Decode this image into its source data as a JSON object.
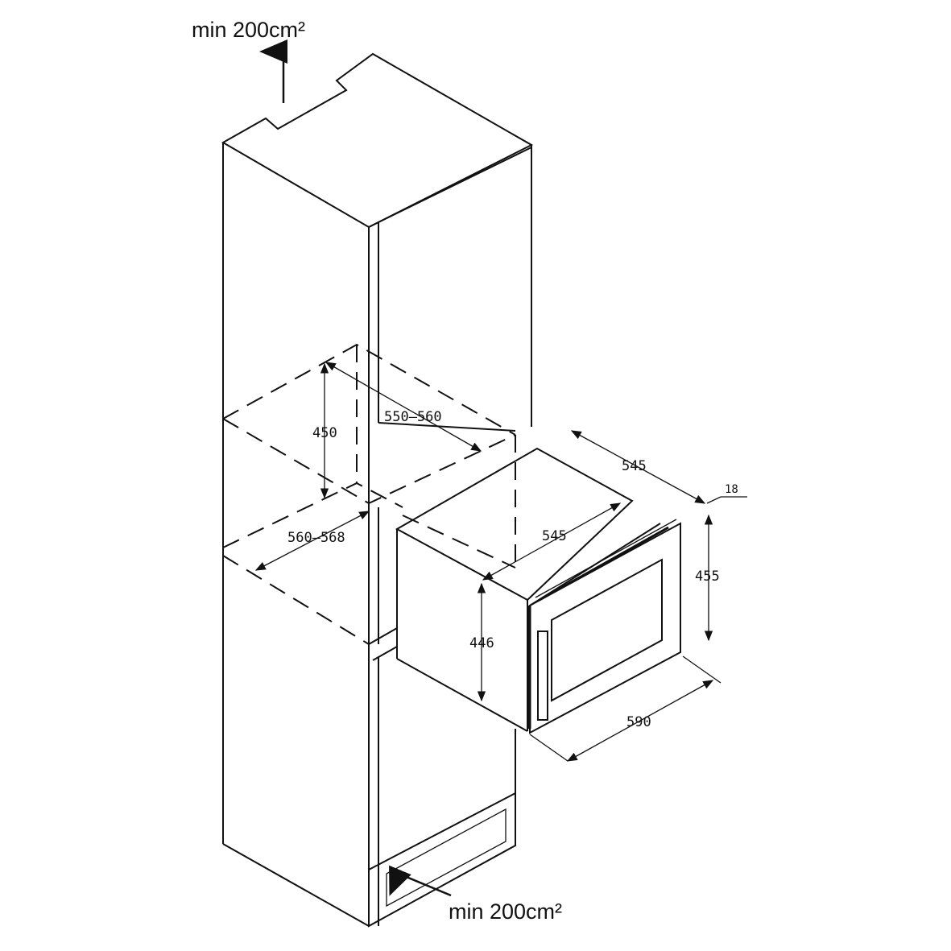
{
  "labels": {
    "vent_top": "min 200cm²",
    "vent_bottom": "min 200cm²"
  },
  "dimensions": {
    "niche_height": "450",
    "niche_depth": "550–560",
    "niche_width": "560–568",
    "appliance_depth_top": "545",
    "appliance_depth_side": "545",
    "door_thickness": "18",
    "door_height": "455",
    "body_height": "446",
    "door_width": "590"
  },
  "colors": {
    "line": "#111111",
    "background": "#ffffff"
  }
}
